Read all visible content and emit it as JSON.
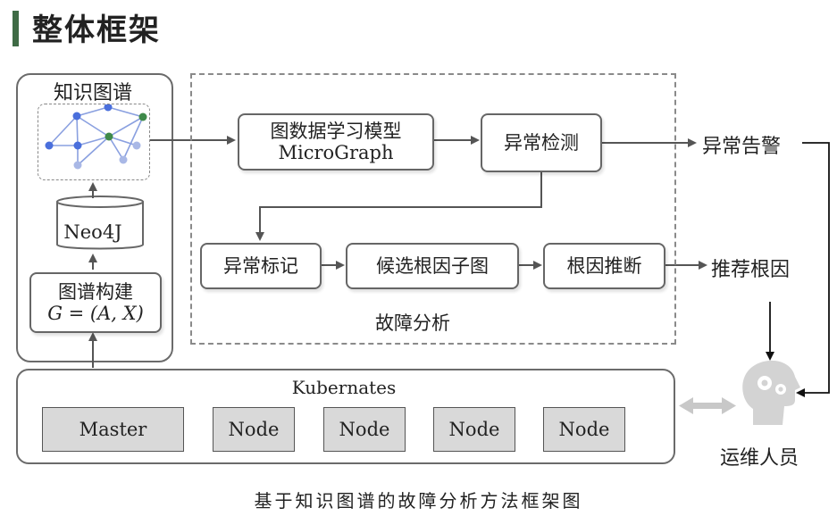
{
  "header": {
    "title": "整体框架"
  },
  "knowledge_graph": {
    "title": "知识图谱",
    "db_label": "Neo4J",
    "build_label_line1": "图谱构建",
    "build_label_line2": "G = (A, X)"
  },
  "fault_analysis": {
    "label": "故障分析",
    "model_line1": "图数据学习模型",
    "model_line2": "MicroGraph",
    "anomaly_detection": "异常检测",
    "anomaly_marking": "异常标记",
    "candidate_subgraph": "候选根因子图",
    "root_cause_inference": "根因推断"
  },
  "outputs": {
    "alert": "异常告警",
    "recommend": "推荐根因",
    "operator": "运维人员"
  },
  "kubernetes": {
    "title": "Kubernates",
    "nodes": [
      "Master",
      "Node",
      "Node",
      "Node",
      "Node"
    ]
  },
  "caption": "基于知识图谱的故障分析方法框架图",
  "colors": {
    "title_bar": "#3f6b45",
    "graph_blue": "#4a6fdc",
    "graph_light": "#a9b8e6",
    "graph_green": "#3f8a4a",
    "node_fill": "#d9d9d9"
  }
}
